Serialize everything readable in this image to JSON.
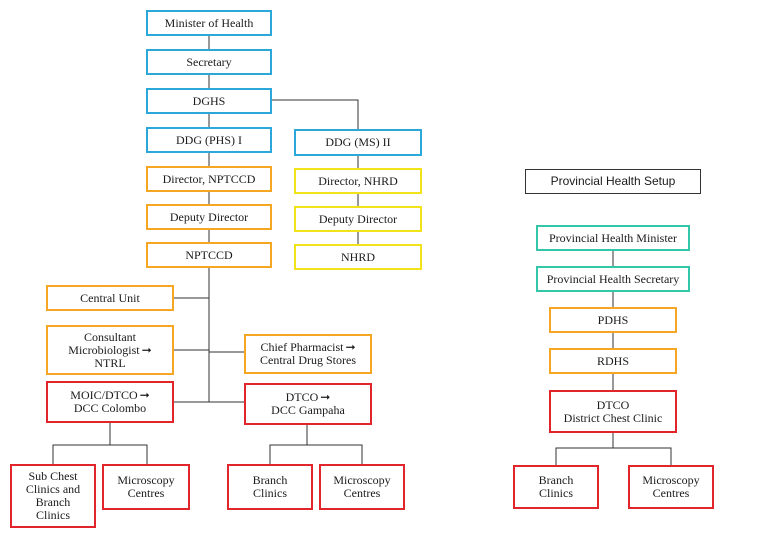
{
  "left": {
    "minister": "Minister of Health",
    "secretary": "Secretary",
    "dghs": "DGHS",
    "ddg_phs": "DDG (PHS) I",
    "ddg_ms": "DDG (MS) II",
    "director_nptccd": "Director, NPTCCD",
    "director_nhrd": "Director, NHRD",
    "deputy_director_1": "Deputy Director",
    "deputy_director_2": "Deputy Director",
    "nptccd": "NPTCCD",
    "nhrd": "NHRD",
    "central_unit": "Central Unit",
    "consultant_line1": "Consultant",
    "consultant_line2": "Microbiologist",
    "consultant_line3": "NTRL",
    "chief_pharm_line1": "Chief Pharmacist",
    "chief_pharm_line2": "Central Drug Stores",
    "moic_line1": "MOIC/DTCO",
    "moic_line2": "DCC Colombo",
    "dtco_line1": "DTCO",
    "dtco_line2": "DCC Gampaha",
    "sub_chest": "Sub Chest\nClinics and\nBranch\nClinics",
    "microscopy_1": "Microscopy\nCentres",
    "branch_1": "Branch\nClinics",
    "microscopy_2": "Microscopy\nCentres",
    "arrow_glyph": "➞"
  },
  "right": {
    "setup_title": "Provincial Health Setup",
    "prov_minister": "Provincial Health Minister",
    "prov_secretary": "Provincial Health Secretary",
    "pdhs": "PDHS",
    "rdhs": "RDHS",
    "dtco_line1": "DTCO",
    "dtco_line2": "District Chest Clinic",
    "branch": "Branch\nClinics",
    "microscopy": "Microscopy\nCentres"
  },
  "colors": {
    "blue": "#2ba7d9",
    "orange": "#f5a623",
    "yellow": "#f2e21a",
    "red": "#e2242b",
    "teal": "#34c6a8",
    "line": "#333333"
  }
}
